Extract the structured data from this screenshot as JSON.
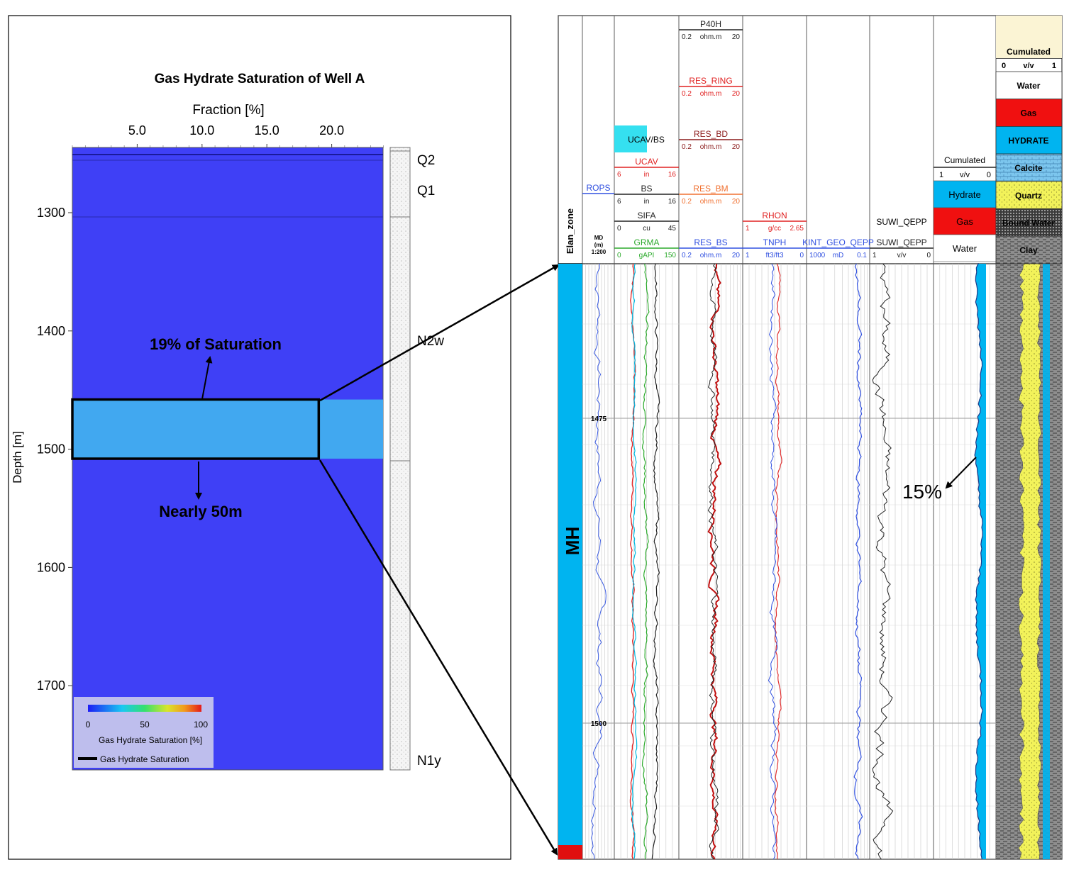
{
  "left_panel": {
    "title": "Gas Hydrate Saturation of Well A",
    "top_axis_label": "Fraction [%]",
    "y_axis_label": "Depth [m]",
    "annotation_saturation": "19% of Saturation",
    "annotation_thickness": "Nearly 50m",
    "formation_tops": [
      {
        "label": "Q2",
        "depth": 1255
      },
      {
        "label": "Q1",
        "depth": 1280
      },
      {
        "label": "N2w",
        "depth": 1407
      },
      {
        "label": "N1y",
        "depth": 1761
      }
    ],
    "legend": {
      "colorbar_ticks": [
        "0",
        "50",
        "100"
      ],
      "colorbar_label": "Gas Hydrate Saturation [%]",
      "line_label": "Gas Hydrate Saturation"
    },
    "colors": {
      "background_fill": "#3f40f6",
      "hydrate_fill": "#41a8f0",
      "formation_column": "#e8e8e8"
    }
  },
  "chart_data": [
    {
      "type": "area",
      "title": "Gas Hydrate Saturation of Well A",
      "xlabel": "Fraction [%]",
      "ylabel": "Depth [m]",
      "x_ticks": [
        5.0,
        10.0,
        15.0,
        20.0
      ],
      "y_ticks": [
        1300,
        1400,
        1500,
        1600,
        1700
      ],
      "xlim": [
        0,
        24
      ],
      "ylim": [
        1245,
        1775
      ],
      "series": [
        {
          "name": "Gas Hydrate Saturation",
          "depth_top": 1458,
          "depth_base": 1508,
          "value": 19
        }
      ]
    },
    {
      "type": "line",
      "zone_label": "MH",
      "depth_ticks": [
        1475,
        1500
      ],
      "callout": "15%",
      "tracks": [
        {
          "header_label": "Elan_zone"
        },
        {
          "curves": [
            {
              "name": "ROPS"
            }
          ],
          "depth_header": [
            "MD",
            "(m)",
            "1:200"
          ]
        },
        {
          "curves": [
            {
              "name": "UCAV/BS"
            },
            {
              "name": "UCAV",
              "min": "6",
              "unit": "in",
              "max": "16"
            },
            {
              "name": "BS",
              "min": "6",
              "unit": "in",
              "max": "16"
            },
            {
              "name": "SIFA",
              "min": "0",
              "unit": "cu",
              "max": "45"
            },
            {
              "name": "GRMA",
              "min": "0",
              "unit": "gAPI",
              "max": "150"
            }
          ]
        },
        {
          "curves": [
            {
              "name": "P40H",
              "min": "0.2",
              "unit": "ohm.m",
              "max": "20"
            },
            {
              "name": "RES_RING",
              "min": "0.2",
              "unit": "ohm.m",
              "max": "20"
            },
            {
              "name": "RES_BD",
              "min": "0.2",
              "unit": "ohm.m",
              "max": "20"
            },
            {
              "name": "RES_BM",
              "min": "0.2",
              "unit": "ohm.m",
              "max": "20"
            },
            {
              "name": "RES_BS",
              "min": "0.2",
              "unit": "ohm.m",
              "max": "20"
            }
          ]
        },
        {
          "curves": [
            {
              "name": "RHON",
              "min": "1",
              "unit": "g/cc",
              "max": "2.65"
            },
            {
              "name": "TNPH",
              "min": "1",
              "unit": "ft3/ft3",
              "max": "0"
            }
          ]
        },
        {
          "curves": [
            {
              "name": "KINT_GEO_QEPP",
              "min": "1000",
              "unit": "mD",
              "max": "0.1"
            }
          ]
        },
        {
          "curves": [
            {
              "name": "SUWI_QEPP"
            },
            {
              "name": "SUWI_QEPP",
              "min": "1",
              "unit": "v/v",
              "max": "0"
            }
          ]
        },
        {
          "header": "Cumulated",
          "scale": [
            "1",
            "v/v",
            "0"
          ],
          "legend": [
            "Hydrate",
            "Gas",
            "Water"
          ]
        },
        {
          "header": "Cumulated",
          "scale": [
            "0",
            "v/v",
            "1"
          ],
          "legend": [
            "Water",
            "Gas",
            "HYDRATE",
            "Calcite",
            "Quartz",
            "Bound Water",
            "Clay"
          ]
        }
      ],
      "colors": {
        "hydrate": "#00b4f0",
        "gas": "#f01010",
        "quartz": "#f2f25a",
        "clay": "#909090",
        "calcite": "#7cc6ee"
      }
    }
  ]
}
